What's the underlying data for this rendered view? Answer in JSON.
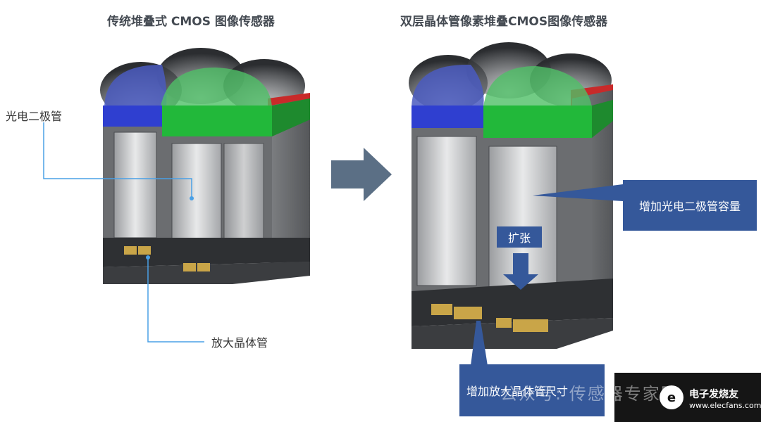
{
  "titles": {
    "left": "传统堆叠式 CMOS 图像传感器",
    "right": "双层晶体管像素堆叠CMOS图像传感器"
  },
  "labels": {
    "photodiode": "光电二极管",
    "amplifier": "放大晶体管"
  },
  "callouts": {
    "capacity": "增加光电二极管容量",
    "expand": "扩张",
    "amplifier": "增加放大晶体管尺寸"
  },
  "watermark": {
    "ghost": "公众号: 传感器专家网",
    "site_cn": "电子发烧友",
    "site_url": "www.elecfans.com",
    "logo_glyph": "e"
  },
  "colors": {
    "blue_filter": "#2f3fd0",
    "green_filter": "#22b83a",
    "red_filter": "#c82a2a",
    "body_gray": "#6b6d70",
    "glass": "#d9dadc",
    "transistor": "#c9a548",
    "callout": "#35589a",
    "arrow": "#5b6f85"
  }
}
